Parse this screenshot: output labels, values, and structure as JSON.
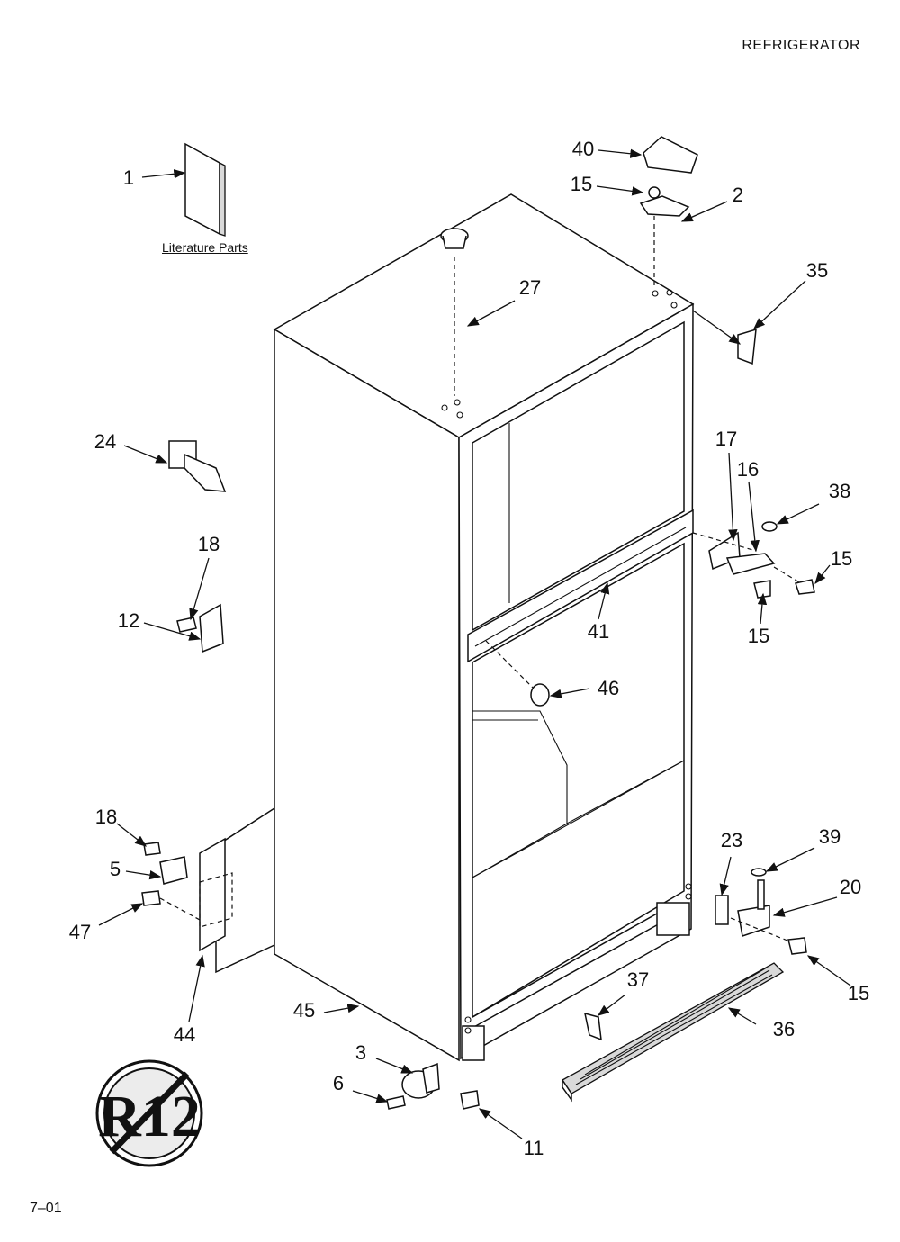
{
  "header": {
    "title": "REFRIGERATOR"
  },
  "footer": {
    "code": "7–01"
  },
  "literature_label": "Literature Parts",
  "badge_text": "R12",
  "callouts": [
    "1",
    "40",
    "15",
    "2",
    "27",
    "35",
    "24",
    "17",
    "16",
    "38",
    "18",
    "12",
    "15",
    "15",
    "41",
    "46",
    "18",
    "23",
    "39",
    "5",
    "20",
    "47",
    "15",
    "37",
    "44",
    "45",
    "36",
    "3",
    "6",
    "11"
  ]
}
